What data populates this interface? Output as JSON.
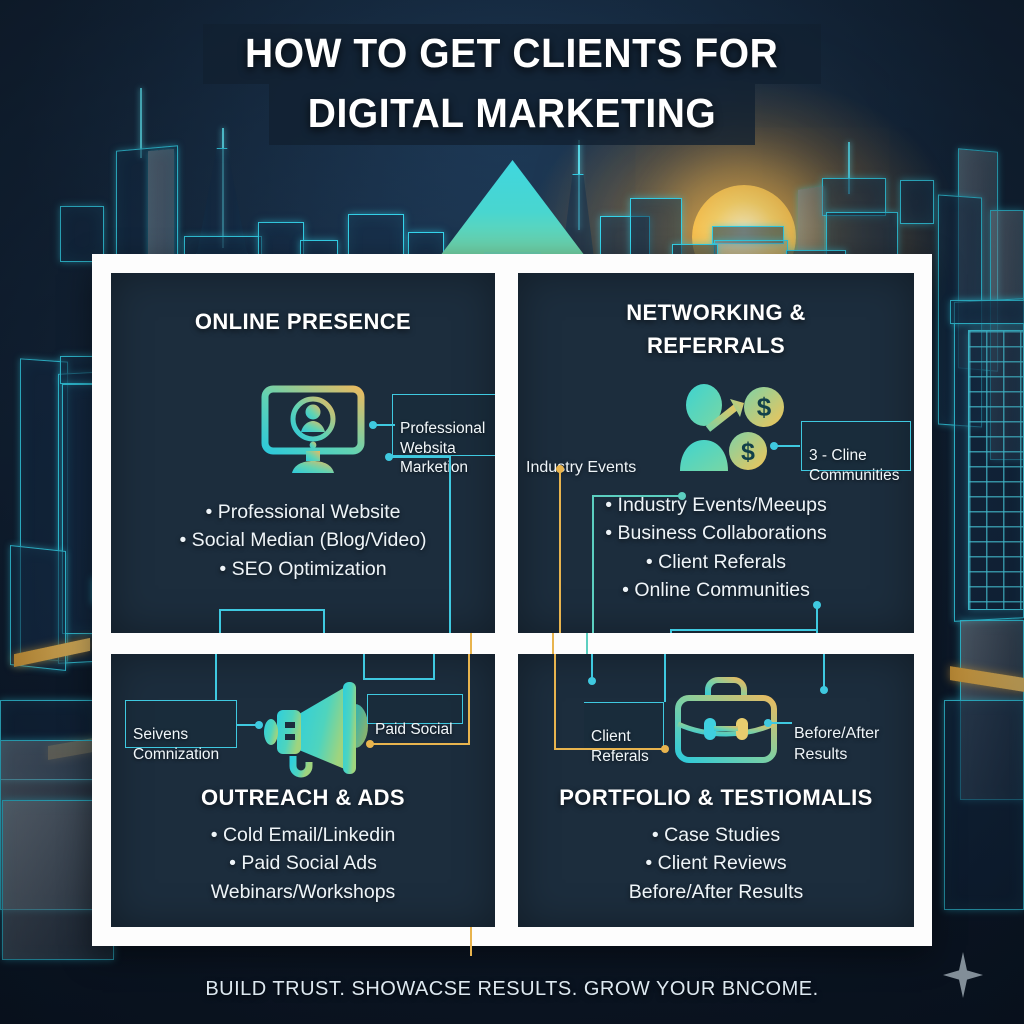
{
  "title": {
    "line1": "HOW TO GET CLIENTS FOR",
    "line2": "DIGITAL MARKETING"
  },
  "footer": {
    "text": "BUILD TRUST. SHOWACSE RESULTS. GROW YOUR BNCOME."
  },
  "colors": {
    "panel_bg": "#1c2d3d",
    "board_bg": "#fdfdfd",
    "accent_cyan": "#3fc9e0",
    "accent_gold": "#e8b44e",
    "accent_teal": "#5ccfc0",
    "background_navy": "#0d1b2a",
    "sun_gold": "#ffc24b",
    "text_white": "#ffffff"
  },
  "quadrants": [
    {
      "id": "online-presence",
      "title": "ONLINE PRESENCE",
      "icon": "monitor-user-icon",
      "items": [
        "• Professional Website",
        "• Social Median (Blog/Video)",
        "• SEO Optimization"
      ],
      "callouts": [
        {
          "name": "professional-website-marketion",
          "text": "Professional Websita Marketion"
        }
      ]
    },
    {
      "id": "networking-referrals",
      "title": "NETWORKING & REFERRALS",
      "icon": "person-money-icon",
      "items": [
        "• Industry Events/Meeups",
        "• Business Collaborations",
        "• Client Referals",
        "• Online Communities"
      ],
      "callouts": [
        {
          "name": "industry-events-label",
          "text": "Industry Events"
        },
        {
          "name": "client-communities-callout",
          "text": "3 - Cline Communities"
        }
      ]
    },
    {
      "id": "outreach-ads",
      "title": "OUTREACH & ADS",
      "icon": "megaphone-icon",
      "items": [
        "• Cold Email/Linkedin",
        "• Paid Social Ads",
        "Webinars/Workshops"
      ],
      "callouts": [
        {
          "name": "seivens-comnization-callout",
          "text": "Seivens Comnization"
        },
        {
          "name": "paid-social-callout",
          "text": "Paid Social"
        }
      ]
    },
    {
      "id": "portfolio-testiomalis",
      "title": "PORTFOLIO & TESTIOMALIS",
      "icon": "briefcase-icon",
      "items": [
        "• Case Studies",
        "• Client Reviews",
        "Before/After Results"
      ],
      "callouts": [
        {
          "name": "client-referals-callout",
          "text": "Client Referals"
        },
        {
          "name": "before-after-results-label",
          "text": "Before/After Results"
        }
      ]
    }
  ],
  "graphic": {
    "arrow_label": "growth-arrow",
    "sparkle_label": "sparkle-decoration",
    "sun_label": "sun-glow"
  }
}
